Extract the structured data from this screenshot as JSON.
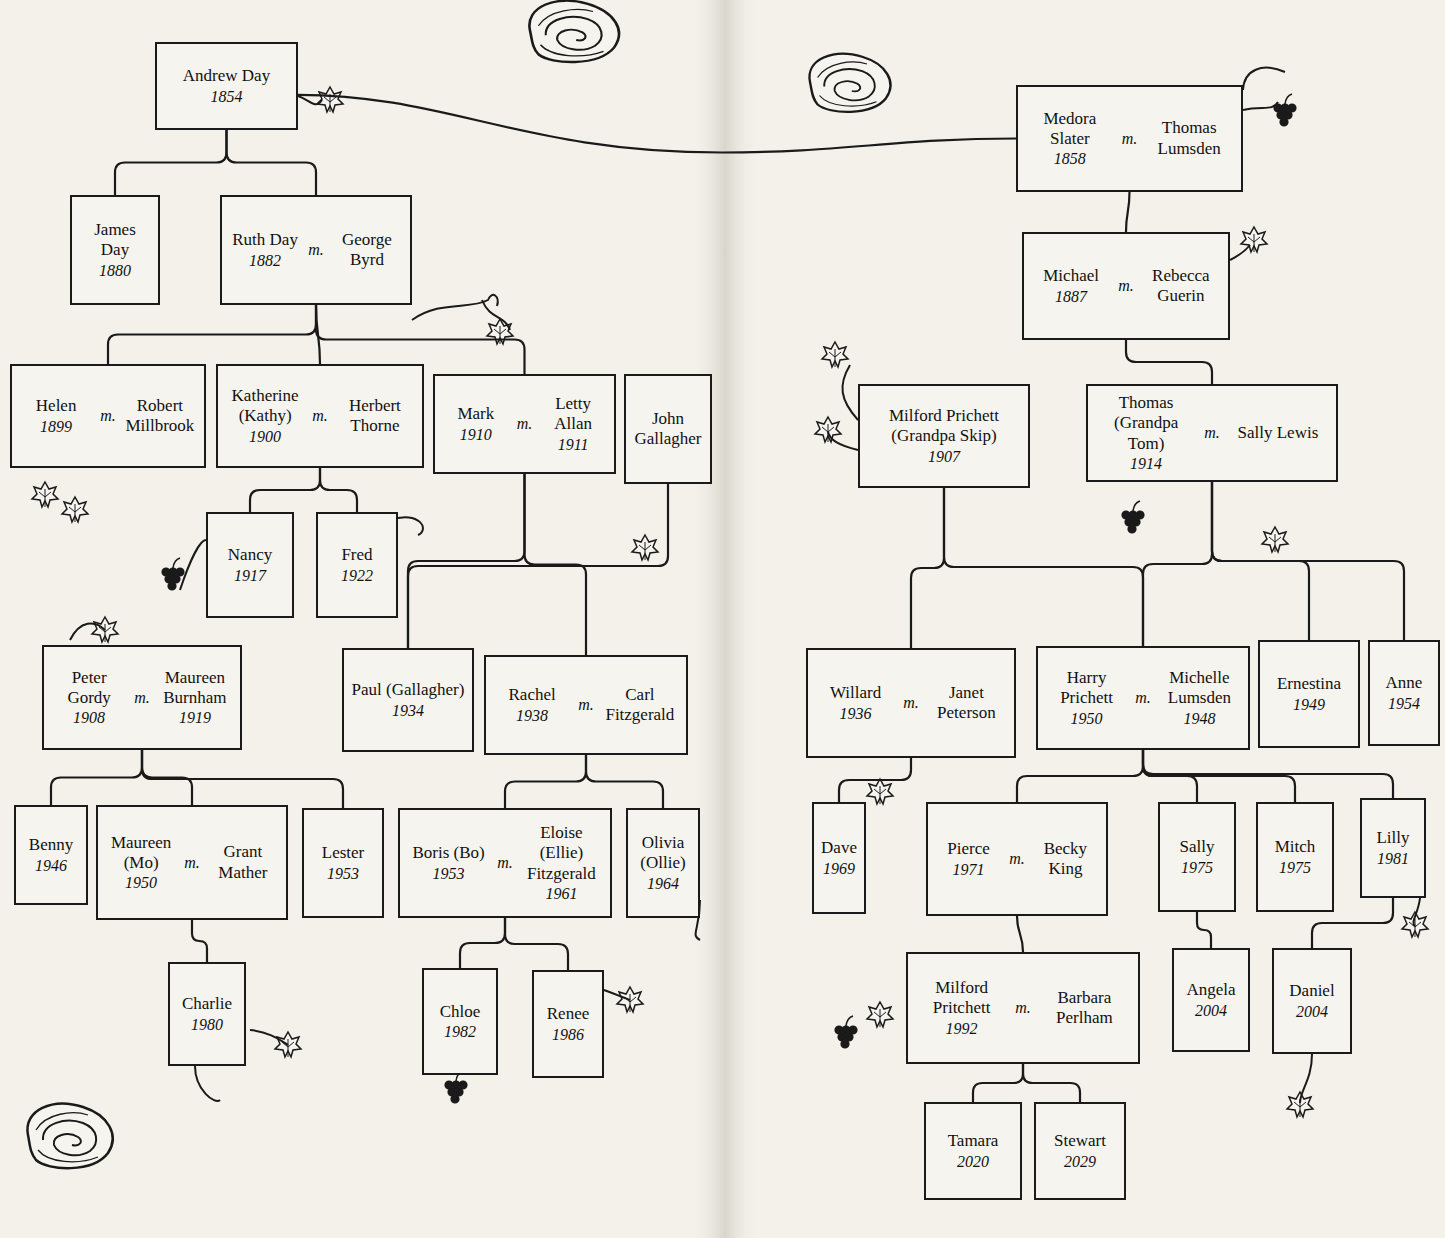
{
  "diagram": {
    "nodes": [
      {
        "text": [
          "Andrew Day",
          "1854"
        ]
      },
      {
        "text": [
          "James Day",
          "1880"
        ]
      },
      {
        "text": [
          "Ruth Day",
          "1882",
          "m.",
          "George Byrd"
        ]
      },
      {
        "text": [
          "Helen",
          "1899",
          "m.",
          "Robert Millbrook"
        ]
      },
      {
        "text": [
          "Katherine (Kathy)",
          "1900",
          "m.",
          "Herbert Thorne"
        ]
      },
      {
        "text": [
          "Mark",
          "1910",
          "m.",
          "Letty Allan",
          "1911"
        ]
      },
      {
        "text": [
          "John Gallagher"
        ]
      },
      {
        "text": [
          "Nancy",
          "1917"
        ]
      },
      {
        "text": [
          "Fred",
          "1922"
        ]
      },
      {
        "text": [
          "Peter Gordy",
          "1908",
          "m.",
          "Maureen Burnham",
          "1919"
        ]
      },
      {
        "text": [
          "Paul (Gallagher)",
          "1934"
        ]
      },
      {
        "text": [
          "Rachel",
          "1938",
          "m.",
          "Carl Fitzgerald"
        ]
      },
      {
        "text": [
          "Benny",
          "1946"
        ]
      },
      {
        "text": [
          "Maureen (Mo)",
          "1950",
          "m.",
          "Grant Mather"
        ]
      },
      {
        "text": [
          "Lester",
          "1953"
        ]
      },
      {
        "text": [
          "Boris (Bo)",
          "1953",
          "m.",
          "Eloise (Ellie) Fitzgerald",
          "1961"
        ]
      },
      {
        "text": [
          "Olivia (Ollie)",
          "1964"
        ]
      },
      {
        "text": [
          "Charlie",
          "1980"
        ]
      },
      {
        "text": [
          "Chloe",
          "1982"
        ]
      },
      {
        "text": [
          "Renee",
          "1986"
        ]
      },
      {
        "text": [
          "Medora Slater",
          "1858",
          "m.",
          "Thomas Lumsden"
        ]
      },
      {
        "text": [
          "Michael",
          "1887",
          "m.",
          "Rebecca Guerin"
        ]
      },
      {
        "text": [
          "Milford Prichett (Grandpa Skip)",
          "1907"
        ]
      },
      {
        "text": [
          "Thomas (Grandpa Tom)",
          "1914",
          "m.",
          "Sally Lewis"
        ]
      },
      {
        "text": [
          "Willard",
          "1936",
          "m.",
          "Janet Peterson"
        ]
      },
      {
        "text": [
          "Harry Prichett",
          "1950",
          "m.",
          "Michelle Lumsden",
          "1948"
        ]
      },
      {
        "text": [
          "Ernestina",
          "1949"
        ]
      },
      {
        "text": [
          "Anne",
          "1954"
        ]
      },
      {
        "text": [
          "Dave",
          "1969"
        ]
      },
      {
        "text": [
          "Pierce",
          "1971",
          "m.",
          "Becky King"
        ]
      },
      {
        "text": [
          "Sally",
          "1975"
        ]
      },
      {
        "text": [
          "Mitch",
          "1975"
        ]
      },
      {
        "text": [
          "Lilly",
          "1981"
        ]
      },
      {
        "text": [
          "Milford Pritchett",
          "1992",
          "m.",
          "Barbara Perlham"
        ]
      },
      {
        "text": [
          "Angela",
          "2004"
        ]
      },
      {
        "text": [
          "Daniel",
          "2004"
        ]
      },
      {
        "text": [
          "Tamara",
          "2020"
        ]
      },
      {
        "text": [
          "Stewart",
          "2029"
        ]
      }
    ],
    "edges": [
      {
        "from": 0,
        "to": 20,
        "arrow": "none"
      },
      {
        "from": 0,
        "to": 1,
        "arrow": "none"
      },
      {
        "from": 0,
        "to": 2,
        "arrow": "none"
      },
      {
        "from": 2,
        "to": 3,
        "arrow": "none"
      },
      {
        "from": 2,
        "to": 4,
        "arrow": "none"
      },
      {
        "from": 2,
        "to": 5,
        "arrow": "none"
      },
      {
        "from": 4,
        "to": 7,
        "arrow": "none"
      },
      {
        "from": 4,
        "to": 8,
        "arrow": "none"
      },
      {
        "from": 5,
        "to": 10,
        "arrow": "none"
      },
      {
        "from": 6,
        "to": 10,
        "arrow": "none"
      },
      {
        "from": 5,
        "to": 11,
        "arrow": "none"
      },
      {
        "from": 9,
        "to": 12,
        "arrow": "none"
      },
      {
        "from": 9,
        "to": 13,
        "arrow": "none"
      },
      {
        "from": 9,
        "to": 14,
        "arrow": "none"
      },
      {
        "from": 13,
        "to": 17,
        "arrow": "none"
      },
      {
        "from": 11,
        "to": 15,
        "arrow": "none"
      },
      {
        "from": 11,
        "to": 16,
        "arrow": "none"
      },
      {
        "from": 15,
        "to": 18,
        "arrow": "none"
      },
      {
        "from": 15,
        "to": 19,
        "arrow": "none"
      },
      {
        "from": 20,
        "to": 21,
        "arrow": "none"
      },
      {
        "from": 21,
        "to": 23,
        "arrow": "none"
      },
      {
        "from": 22,
        "to": 24,
        "arrow": "none"
      },
      {
        "from": 22,
        "to": 25,
        "arrow": "none"
      },
      {
        "from": 23,
        "to": 25,
        "arrow": "none"
      },
      {
        "from": 23,
        "to": 26,
        "arrow": "none"
      },
      {
        "from": 23,
        "to": 27,
        "arrow": "none"
      },
      {
        "from": 24,
        "to": 28,
        "arrow": "none"
      },
      {
        "from": 25,
        "to": 29,
        "arrow": "none"
      },
      {
        "from": 25,
        "to": 30,
        "arrow": "none"
      },
      {
        "from": 25,
        "to": 31,
        "arrow": "none"
      },
      {
        "from": 25,
        "to": 32,
        "arrow": "none"
      },
      {
        "from": 29,
        "to": 33,
        "arrow": "none"
      },
      {
        "from": 30,
        "to": 34,
        "arrow": "none"
      },
      {
        "from": 32,
        "to": 35,
        "arrow": "none"
      },
      {
        "from": 33,
        "to": 36,
        "arrow": "none"
      },
      {
        "from": 33,
        "to": 37,
        "arrow": "none"
      }
    ]
  }
}
